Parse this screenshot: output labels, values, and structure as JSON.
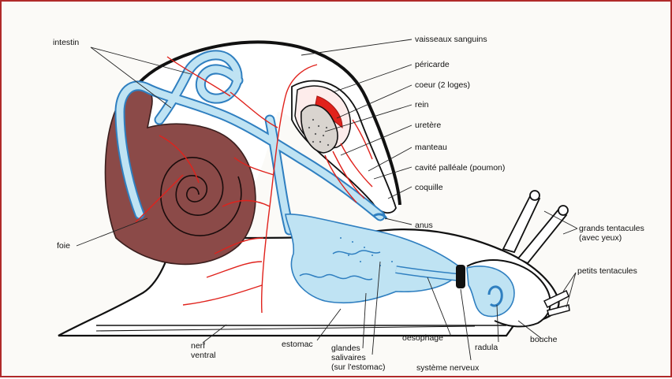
{
  "labels": {
    "intestin": "intestin",
    "vaisseaux": "vaisseaux sanguins",
    "pericarde": "péricarde",
    "coeur": "coeur (2 loges)",
    "rein": "rein",
    "uretere": "uretère",
    "manteau": "manteau",
    "cavite": "cavité palléale (poumon)",
    "coquille": "coquille",
    "anus": "anus",
    "grands_tentacules_1": "grands tentacules",
    "grands_tentacules_2": "(avec yeux)",
    "petits_tentacules": "petits tentacules",
    "foie": "foie",
    "nerf_1": "nerf",
    "nerf_2": "ventral",
    "estomac": "estomac",
    "glandes_1": "glandes",
    "glandes_2": "salivaires",
    "glandes_3": "(sur l'estomac)",
    "oesophage": "oesophage",
    "systeme_nerveux": "système nerveux",
    "radula": "radula",
    "bouche": "bouche"
  },
  "colors": {
    "frame": "#b02a2a",
    "liver": "#8b4a48",
    "digestive": "#bfe3f3",
    "digestive_outline": "#2f7fc0",
    "blood": "#e0221c",
    "outline": "#111111"
  }
}
